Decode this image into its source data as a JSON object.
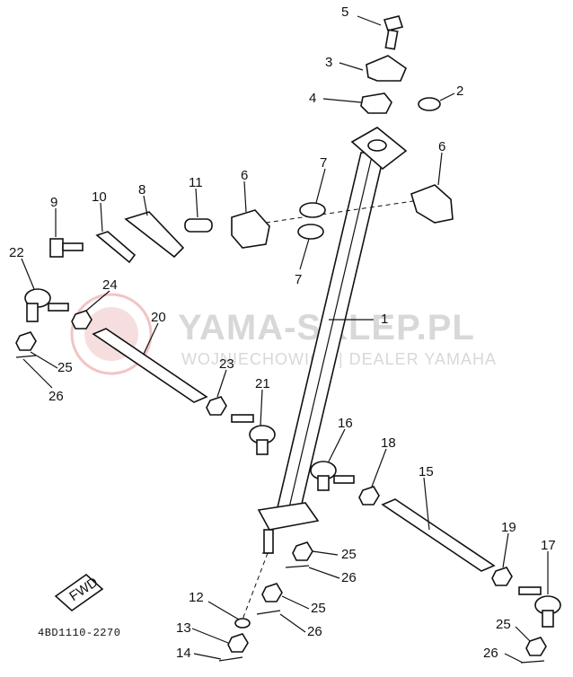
{
  "watermark": {
    "title": "YAMA-SKLEP.PL",
    "subtitle": "WOJNIECHOWICZ | DEALER YAMAHA"
  },
  "diagram_code": "4BD1110-2270",
  "fwd_label": "FWD",
  "callouts": [
    {
      "id": "c5",
      "label": "5"
    },
    {
      "id": "c3",
      "label": "3"
    },
    {
      "id": "c4",
      "label": "4"
    },
    {
      "id": "c2",
      "label": "2"
    },
    {
      "id": "c6a",
      "label": "6"
    },
    {
      "id": "c6b",
      "label": "6"
    },
    {
      "id": "c7a",
      "label": "7"
    },
    {
      "id": "c7b",
      "label": "7"
    },
    {
      "id": "c9",
      "label": "9"
    },
    {
      "id": "c10",
      "label": "10"
    },
    {
      "id": "c8",
      "label": "8"
    },
    {
      "id": "c11",
      "label": "11"
    },
    {
      "id": "c22",
      "label": "22"
    },
    {
      "id": "c24",
      "label": "24"
    },
    {
      "id": "c20",
      "label": "20"
    },
    {
      "id": "c1",
      "label": "1"
    },
    {
      "id": "c25a",
      "label": "25"
    },
    {
      "id": "c26a",
      "label": "26"
    },
    {
      "id": "c23",
      "label": "23"
    },
    {
      "id": "c21",
      "label": "21"
    },
    {
      "id": "c16",
      "label": "16"
    },
    {
      "id": "c18",
      "label": "18"
    },
    {
      "id": "c15",
      "label": "15"
    },
    {
      "id": "c19",
      "label": "19"
    },
    {
      "id": "c17",
      "label": "17"
    },
    {
      "id": "c25b",
      "label": "25"
    },
    {
      "id": "c26b",
      "label": "26"
    },
    {
      "id": "c25c",
      "label": "25"
    },
    {
      "id": "c26c",
      "label": "26"
    },
    {
      "id": "c12",
      "label": "12"
    },
    {
      "id": "c13",
      "label": "13"
    },
    {
      "id": "c14",
      "label": "14"
    },
    {
      "id": "c25d",
      "label": "25"
    },
    {
      "id": "c26d",
      "label": "26"
    }
  ]
}
